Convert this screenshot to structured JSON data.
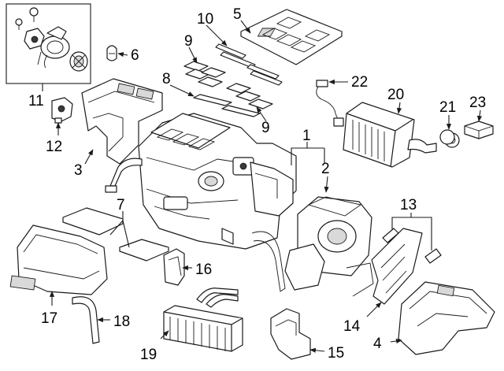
{
  "diagram": {
    "callouts": [
      "1",
      "2",
      "3",
      "4",
      "5",
      "6",
      "7",
      "8",
      "9",
      "9",
      "10",
      "11",
      "12",
      "13",
      "14",
      "15",
      "16",
      "17",
      "18",
      "19",
      "20",
      "21",
      "22",
      "23"
    ],
    "colors": {
      "ink": "#1a1a1a",
      "paper": "#ffffff",
      "shade": "#d9d9d9"
    }
  }
}
